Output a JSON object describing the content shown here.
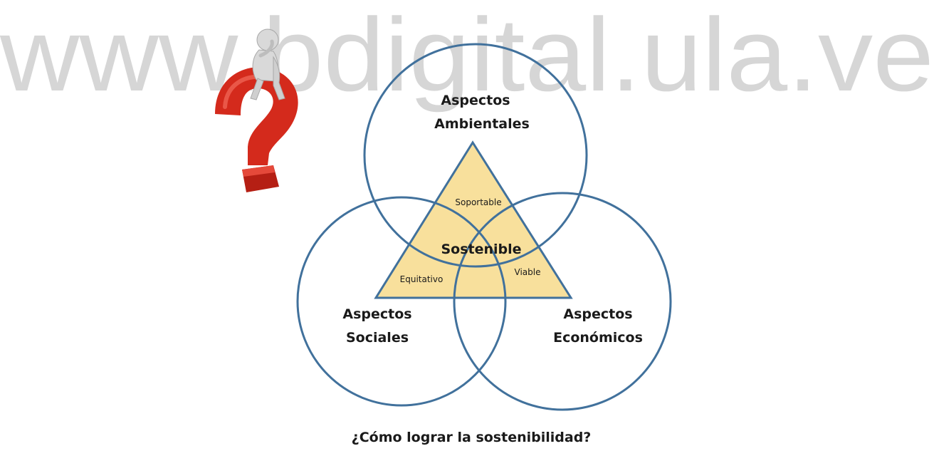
{
  "watermark": "www.bdigital.ula.ve",
  "diagram": {
    "environmental": {
      "line1": "Aspectos",
      "line2": "Ambientales"
    },
    "social": {
      "line1": "Aspectos",
      "line2": "Sociales"
    },
    "economic": {
      "line1": "Aspectos",
      "line2": "Económicos"
    },
    "center": "Sostenible",
    "env_econ": "Soportable",
    "env_social": "Equitativo",
    "social_econ": "Viable"
  },
  "caption": "¿Cómo lograr la sostenibilidad?",
  "illustration": {
    "name": "thinking-figure-on-question-mark",
    "colors": {
      "question": "#d42a1c",
      "figure": "#d9d9d9"
    }
  },
  "colors": {
    "circle": "#41719c",
    "triangle_fill": "#f8e09c",
    "triangle_stroke": "#41719c"
  }
}
